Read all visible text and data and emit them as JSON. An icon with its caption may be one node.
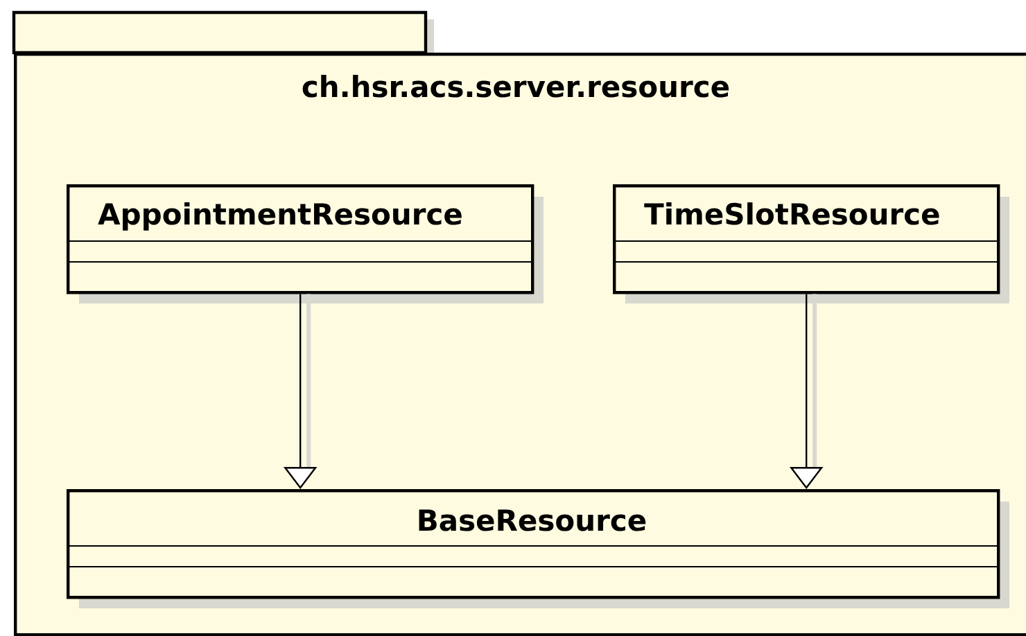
{
  "diagram": {
    "nodes": [
      {
        "text": [
          "ch.hsr.acs.server.resource"
        ]
      },
      {
        "text": [
          "AppointmentResource"
        ],
        "in": 0
      },
      {
        "text": [
          "TimeSlotResource"
        ],
        "in": 0
      },
      {
        "text": [
          "BaseResource"
        ],
        "in": 0
      }
    ],
    "edges": [
      {
        "from": 1,
        "to": 3,
        "arrow": "to"
      },
      {
        "from": 2,
        "to": 3,
        "arrow": "to"
      }
    ]
  }
}
